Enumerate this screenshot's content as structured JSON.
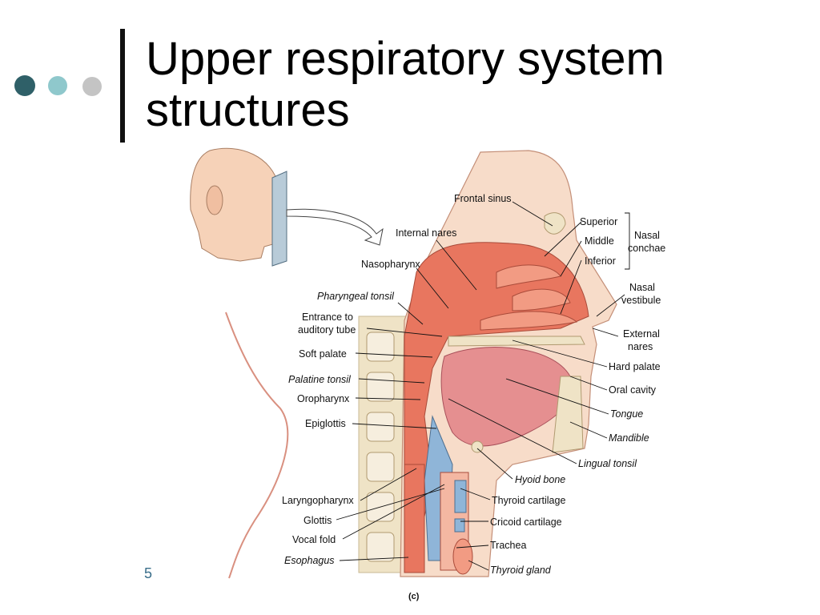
{
  "slide": {
    "title": "Upper respiratory system structures",
    "page_number": "5"
  },
  "diagram": {
    "figure_label": "(c)",
    "labels": {
      "frontal_sinus": "Frontal sinus",
      "internal_nares": "Internal nares",
      "nasopharynx": "Nasopharynx",
      "pharyngeal_tonsil": "Pharyngeal tonsil",
      "entrance_auditory_1": "Entrance to",
      "entrance_auditory_2": "auditory tube",
      "soft_palate": "Soft palate",
      "palatine_tonsil": "Palatine tonsil",
      "oropharynx": "Oropharynx",
      "epiglottis": "Epiglottis",
      "laryngopharynx": "Laryngopharynx",
      "glottis": "Glottis",
      "vocal_fold": "Vocal fold",
      "esophagus": "Esophagus",
      "superior": "Superior",
      "middle": "Middle",
      "inferior": "Inferior",
      "nasal_conchae_1": "Nasal",
      "nasal_conchae_2": "conchae",
      "nasal_vestibule_1": "Nasal",
      "nasal_vestibule_2": "vestibule",
      "external_nares_1": "External",
      "external_nares_2": "nares",
      "hard_palate": "Hard palate",
      "oral_cavity": "Oral cavity",
      "tongue": "Tongue",
      "mandible": "Mandible",
      "lingual_tonsil": "Lingual tonsil",
      "hyoid_bone": "Hyoid bone",
      "thyroid_cartilage": "Thyroid cartilage",
      "cricoid_cartilage": "Cricoid cartilage",
      "trachea": "Trachea",
      "thyroid_gland": "Thyroid gland"
    }
  },
  "colors": {
    "dot_dark": "#2f6068",
    "dot_light": "#8fc8cc",
    "dot_gray": "#c4c4c4",
    "tissue": "#e8765f",
    "tissue_light": "#f4b7a2",
    "skin": "#f6d2b8",
    "bone": "#efe3c6",
    "cartilage": "#8fb5d8"
  }
}
